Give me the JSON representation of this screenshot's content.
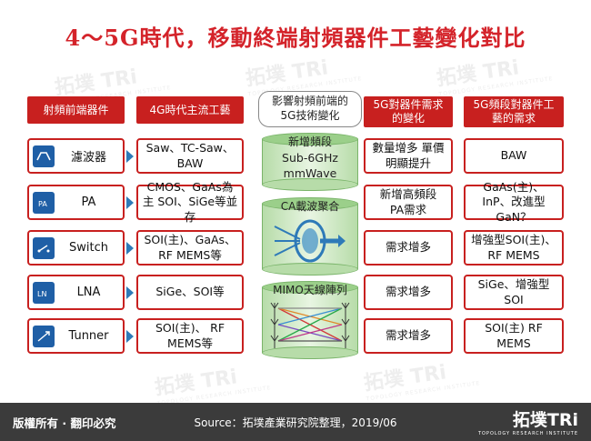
{
  "title": "4～5G時代，移動終端射頻器件工藝變化對比",
  "watermark": {
    "brand": "拓墣 TRi",
    "sub": "TOPOLOGY RESEARCH INSTITUTE"
  },
  "headers": {
    "col1": "射頻前端器件",
    "col2": "4G時代主流工藝",
    "col3": "影響射頻前端的5G技術變化",
    "col4": "5G對器件需求的變化",
    "col5": "5G頻段對器件工藝的需求"
  },
  "rows": [
    {
      "component": "濾波器",
      "icon": "filter-icon",
      "tech4g": "Saw、TC-Saw、BAW",
      "demand": "數量增多 單價明顯提升",
      "process5g": "BAW"
    },
    {
      "component": "PA",
      "icon": "pa-icon",
      "tech4g": "CMOS、GaAs為主 SOI、SiGe等並存",
      "demand": "新增高頻段 PA需求",
      "process5g": "GaAs(主)、InP、改進型 GaN？"
    },
    {
      "component": "Switch",
      "icon": "switch-icon",
      "tech4g": "SOI(主)、GaAs、RF MEMS等",
      "demand": "需求增多",
      "process5g": "增強型SOI(主)、RF MEMS"
    },
    {
      "component": "LNA",
      "icon": "lna-icon",
      "tech4g": "SiGe、SOI等",
      "demand": "需求增多",
      "process5g": "SiGe、增強型SOI"
    },
    {
      "component": "Tunner",
      "icon": "tuner-icon",
      "tech4g": "SOI(主)、 RF MEMS等",
      "demand": "需求增多",
      "process5g": "SOI(主) RF MEMS"
    }
  ],
  "technology_changes": [
    {
      "label": "新增頻段",
      "detail": "Sub-6GHz mmWave"
    },
    {
      "label": "CA載波聚合",
      "detail": ""
    },
    {
      "label": "MIMO天線陣列",
      "detail": ""
    }
  ],
  "footer": {
    "copyright": "版權所有 · 翻印必究",
    "source": "Source：拓墣產業研究院整理，2019/06",
    "logo": "拓墣TRi",
    "logo_sub": "TOPOLOGY RESEARCH INSTITUTE"
  },
  "colors": {
    "accent": "#c8201f",
    "cylinder": "#9bcf8a",
    "footer": "#3b3b3b",
    "icon": "#1f5fa6"
  }
}
